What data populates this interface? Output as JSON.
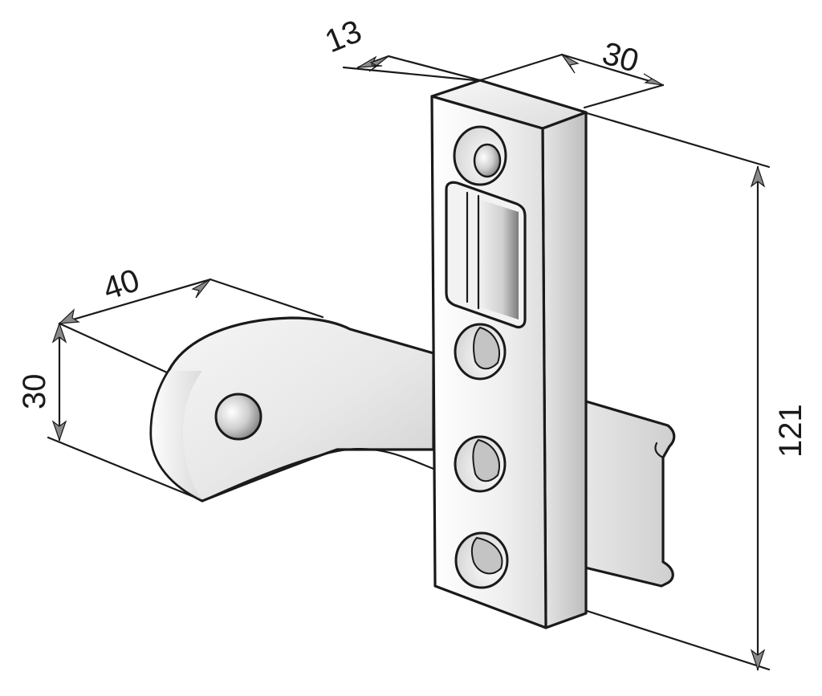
{
  "dimensions": {
    "plate_thickness": "13",
    "plate_width": "30",
    "plate_height": "121",
    "bracket_length": "40",
    "bracket_height": "30"
  },
  "colors": {
    "line": "#1a1a1a",
    "metal_light": "#f4f4f4",
    "metal_mid": "#d6d6d6",
    "metal_dark": "#8c8c8c",
    "arrowhead": "#8a8a8a"
  }
}
